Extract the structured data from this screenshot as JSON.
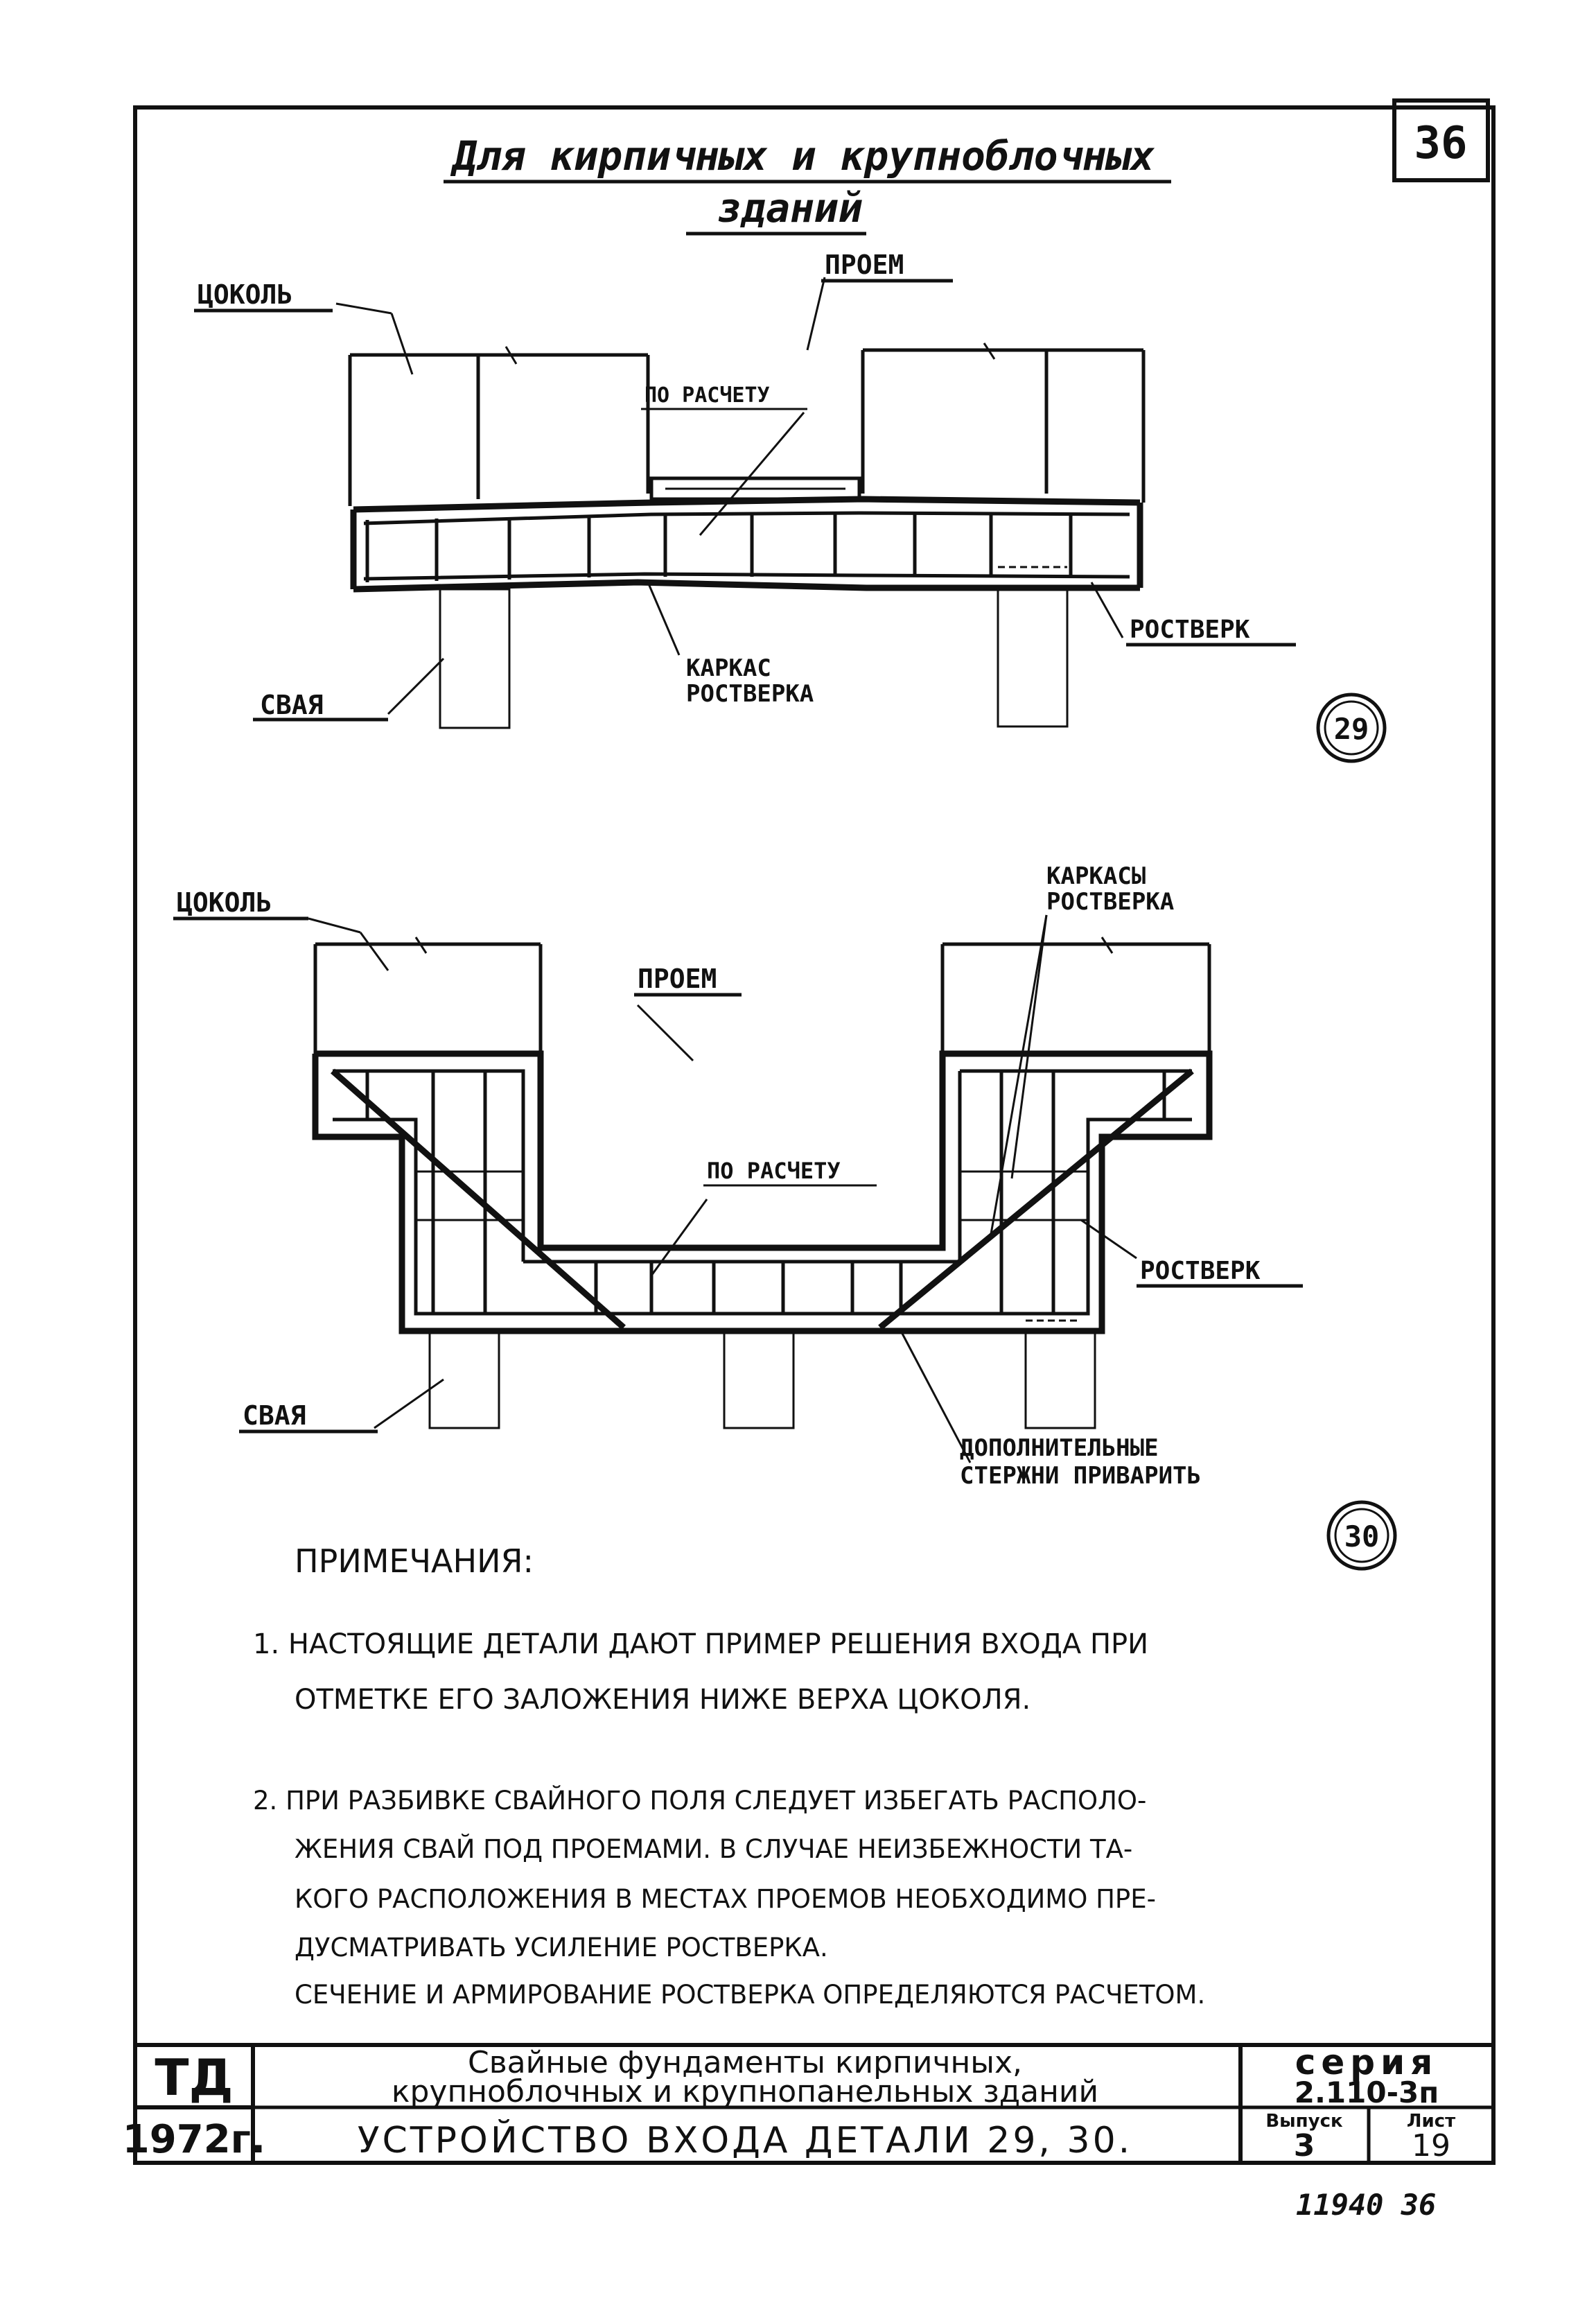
{
  "sheet": {
    "corner_number": "36",
    "heading_line1": "Для кирпичных и крупноблочных",
    "heading_line2": "зданий"
  },
  "detail29": {
    "label_cokol": "ЦОКОЛЬ",
    "label_proem": "ПРОЕМ",
    "label_po_raschetu": "ПО РАСЧЕТУ",
    "label_karkas_1": "КАРКАС",
    "label_karkas_2": "РОСТВЕРКА",
    "label_rostverk": "РОСТВЕРК",
    "label_svaya": "СВАЯ",
    "number": "29"
  },
  "detail30": {
    "label_cokol": "ЦОКОЛЬ",
    "label_proem": "ПРОЕМ",
    "label_karkasy_1": "КАРКАСЫ",
    "label_karkasy_2": "РОСТВЕРКА",
    "label_po_raschetu": "ПО РАСЧЕТУ",
    "label_rostverk": "РОСТВЕРК",
    "label_svaya": "СВАЯ",
    "label_dop_1": "ДОПОЛНИТЕЛЬНЫЕ",
    "label_dop_2": "СТЕРЖНИ ПРИВАРИТЬ",
    "number": "30"
  },
  "notes": {
    "title": "ПРИМЕЧАНИЯ:",
    "n1_l1": "1. НАСТОЯЩИЕ  ДЕТАЛИ ДАЮТ ПРИМЕР РЕШЕНИЯ  ВХОДА  ПРИ",
    "n1_l2": "ОТМЕТКЕ ЕГО ЗАЛОЖЕНИЯ НИЖЕ ВЕРХА ЦОКОЛЯ.",
    "n2_l1": "2. ПРИ РАЗБИВКЕ СВАЙНОГО ПОЛЯ СЛЕДУЕТ ИЗБЕГАТЬ РАСПОЛО-",
    "n2_l2": "ЖЕНИЯ СВАЙ ПОД ПРОЕМАМИ. В СЛУЧАЕ НЕИЗБЕЖНОСТИ ТА-",
    "n2_l3": "КОГО РАСПОЛОЖЕНИЯ В МЕСТАХ ПРОЕМОВ НЕОБХОДИМО ПРЕ-",
    "n2_l4": "ДУСМАТРИВАТЬ УСИЛЕНИЕ РОСТВЕРКА.",
    "n2_l5": "СЕЧЕНИЕ И АРМИРОВАНИЕ РОСТВЕРКА ОПРЕДЕЛЯЮТСЯ РАСЧЕТОМ."
  },
  "title_block": {
    "org": "ТД",
    "year": "1972г.",
    "title_l1": "Свайные   фундаменты   кирпичных,",
    "title_l2": "крупноблочных  и  крупнопанельных  зданий",
    "subtitle": "УСТРОЙСТВО  ВХОДА   ДЕТАЛИ 29, 30.",
    "series_label": "серия",
    "series_value": "2.110-3п",
    "issue_label": "Выпуск",
    "issue_value": "3",
    "sheet_label": "Лист",
    "sheet_value": "19"
  },
  "footer": {
    "stamp": "11940  36"
  }
}
